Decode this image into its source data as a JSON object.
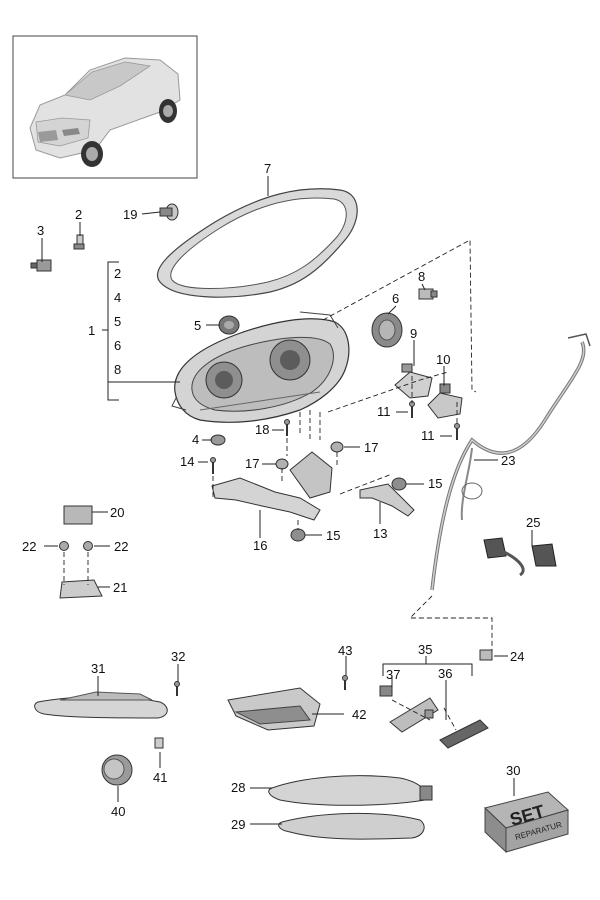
{
  "labels": {
    "p1": "1",
    "p2a": "2",
    "p2b": "2",
    "p3": "3",
    "p4a": "4",
    "p4b": "4",
    "p5a": "5",
    "p5b": "5",
    "p6a": "6",
    "p6b": "6",
    "p7": "7",
    "p8a": "8",
    "p8b": "8",
    "p9": "9",
    "p10": "10",
    "p11a": "11",
    "p11b": "11",
    "p13": "13",
    "p14": "14",
    "p15a": "15",
    "p15b": "15",
    "p16": "16",
    "p17a": "17",
    "p17b": "17",
    "p18": "18",
    "p19": "19",
    "p20": "20",
    "p21": "21",
    "p22a": "22",
    "p22b": "22",
    "p23": "23",
    "p24": "24",
    "p25": "25",
    "p28": "28",
    "p29": "29",
    "p30": "30",
    "p31": "31",
    "p32": "32",
    "p35": "35",
    "p36": "36",
    "p37": "37",
    "p40": "40",
    "p41": "41",
    "p42": "42",
    "p43": "43"
  },
  "set_box": {
    "main": "SET",
    "sub": "REPARATUR"
  }
}
